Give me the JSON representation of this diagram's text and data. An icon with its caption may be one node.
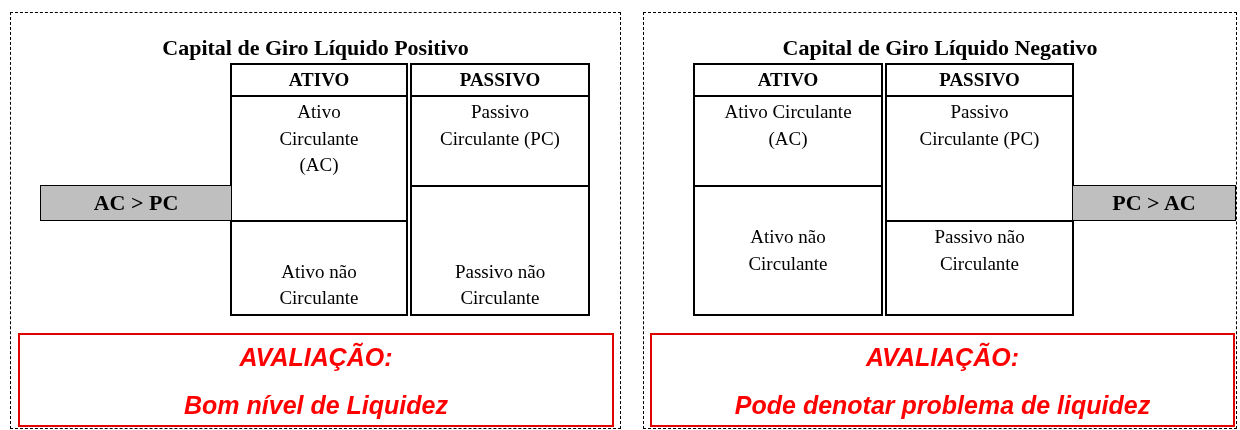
{
  "diagram": {
    "nodes": [
      {
        "text": [
          "Capital de Giro Líquido Positivo"
        ]
      },
      {
        "text": [
          "ATIVO"
        ],
        "in": 0
      },
      {
        "text": [
          "PASSIVO"
        ],
        "in": 0
      },
      {
        "text": [
          "Ativo Circulante (AC)"
        ],
        "in": 0
      },
      {
        "text": [
          "Passivo Circulante (PC)"
        ],
        "in": 0
      },
      {
        "text": [
          "AC > PC"
        ],
        "in": 0
      },
      {
        "text": [
          "Ativo não Circulante"
        ],
        "in": 0
      },
      {
        "text": [
          "Passivo não Circulante"
        ],
        "in": 0
      },
      {
        "text": [
          "AVALIAÇÃO:",
          "Bom nível de Liquidez"
        ],
        "in": 0
      },
      {
        "text": [
          "Capital de Giro Líquido Negativo"
        ]
      },
      {
        "text": [
          "ATIVO"
        ],
        "in": 9
      },
      {
        "text": [
          "PASSIVO"
        ],
        "in": 9
      },
      {
        "text": [
          "Ativo Circulante (AC)"
        ],
        "in": 9
      },
      {
        "text": [
          "Passivo Circulante (PC)"
        ],
        "in": 9
      },
      {
        "text": [
          "PC > AC"
        ],
        "in": 9
      },
      {
        "text": [
          "Ativo não Circulante"
        ],
        "in": 9
      },
      {
        "text": [
          "Passivo não Circulante"
        ],
        "in": 9
      },
      {
        "text": [
          "AVALIAÇÃO:",
          "Pode denotar problema de liquidez"
        ],
        "in": 9
      }
    ],
    "edges": []
  }
}
